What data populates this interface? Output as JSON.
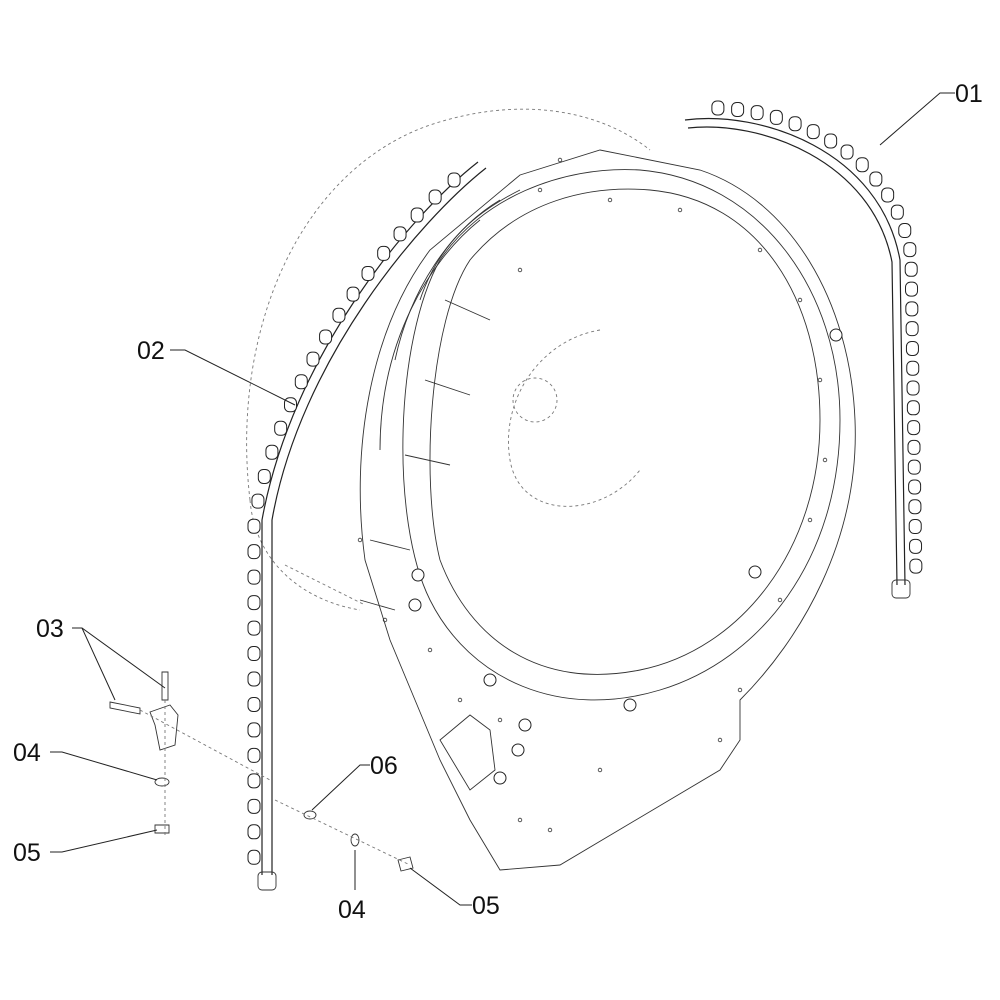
{
  "diagram": {
    "type": "exploded-parts-view",
    "callouts": [
      {
        "id": "callout-01",
        "text": "01"
      },
      {
        "id": "callout-02",
        "text": "02"
      },
      {
        "id": "callout-03",
        "text": "03"
      },
      {
        "id": "callout-04-left",
        "text": "04"
      },
      {
        "id": "callout-05-left",
        "text": "05"
      },
      {
        "id": "callout-06",
        "text": "06"
      },
      {
        "id": "callout-04-bottom",
        "text": "04"
      },
      {
        "id": "callout-05-bottom",
        "text": "05"
      }
    ]
  }
}
